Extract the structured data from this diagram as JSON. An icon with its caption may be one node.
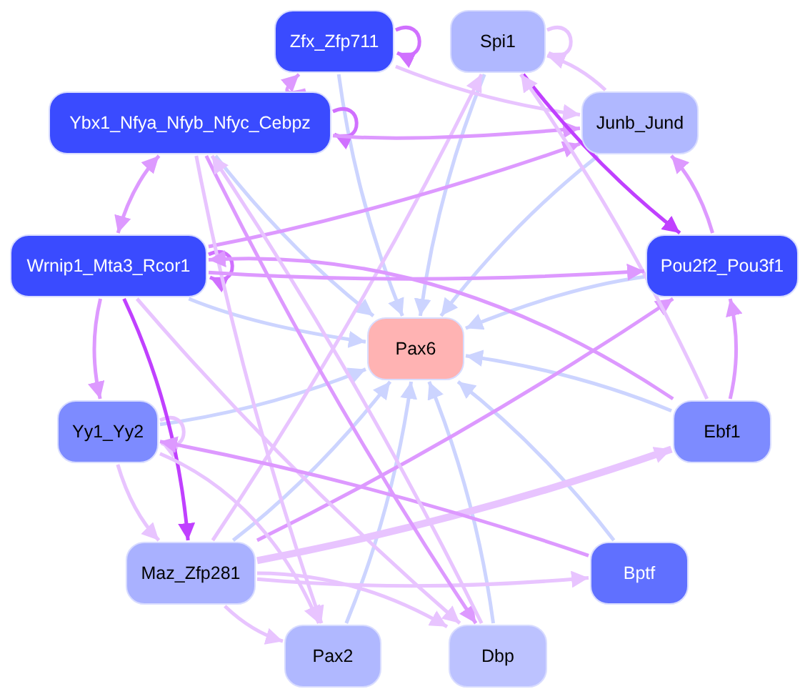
{
  "diagram": {
    "nodes": [
      {
        "text": [
          "Zfx_Zfp711"
        ]
      },
      {
        "text": [
          "Spi1"
        ]
      },
      {
        "text": [
          "Ybx1_Nfya_Nfyb_Nfyc_Cebpz"
        ]
      },
      {
        "text": [
          "Junb_Jund"
        ]
      },
      {
        "text": [
          "Wrnip1_Mta3_Rcor1"
        ]
      },
      {
        "text": [
          "Pou2f2_Pou3f1"
        ]
      },
      {
        "text": [
          "Pax6"
        ]
      },
      {
        "text": [
          "Yy1_Yy2"
        ]
      },
      {
        "text": [
          "Ebf1"
        ]
      },
      {
        "text": [
          "Maz_Zfp281"
        ]
      },
      {
        "text": [
          "Bptf"
        ]
      },
      {
        "text": [
          "Pax2"
        ]
      },
      {
        "text": [
          "Dbp"
        ]
      }
    ],
    "edges": [
      {
        "from": 0,
        "to": 6,
        "arrow": "to",
        "color": "#ccd4ff"
      },
      {
        "from": 1,
        "to": 6,
        "arrow": "to",
        "color": "#ccd4ff"
      },
      {
        "from": 2,
        "to": 6,
        "arrow": "to",
        "color": "#ccd4ff"
      },
      {
        "from": 3,
        "to": 6,
        "arrow": "to",
        "color": "#ccd4ff"
      },
      {
        "from": 4,
        "to": 6,
        "arrow": "to",
        "color": "#ccd4ff"
      },
      {
        "from": 5,
        "to": 6,
        "arrow": "to",
        "color": "#ccd4ff"
      },
      {
        "from": 7,
        "to": 6,
        "arrow": "to",
        "color": "#ccd4ff"
      },
      {
        "from": 8,
        "to": 6,
        "arrow": "to",
        "color": "#ccd4ff"
      },
      {
        "from": 9,
        "to": 6,
        "arrow": "to",
        "color": "#ccd4ff"
      },
      {
        "from": 10,
        "to": 6,
        "arrow": "to",
        "color": "#ccd4ff"
      },
      {
        "from": 11,
        "to": 6,
        "arrow": "to",
        "color": "#ccd4ff"
      },
      {
        "from": 12,
        "to": 6,
        "arrow": "to",
        "color": "#ccd4ff"
      },
      {
        "from": 0,
        "to": 0,
        "arrow": "to",
        "color": "#d070ff"
      },
      {
        "from": 1,
        "to": 1,
        "arrow": "to"
      },
      {
        "from": 2,
        "to": 2,
        "arrow": "to",
        "color": "#d070ff"
      },
      {
        "from": 4,
        "to": 4,
        "arrow": "to",
        "color": "#d070ff"
      },
      {
        "from": 7,
        "to": 7,
        "arrow": "to"
      },
      {
        "from": 2,
        "to": 0,
        "arrow": "to",
        "color": "#dd99ff"
      },
      {
        "from": 2,
        "to": 4,
        "arrow": "both",
        "color": "#dd99ff"
      },
      {
        "from": 4,
        "to": 7,
        "arrow": "to",
        "color": "#dd99ff"
      },
      {
        "from": 4,
        "to": 9,
        "arrow": "to",
        "color": "#c040ff"
      },
      {
        "from": 7,
        "to": 9,
        "arrow": "to"
      },
      {
        "from": 9,
        "to": 11,
        "arrow": "to"
      },
      {
        "from": 9,
        "to": 12,
        "arrow": "to"
      },
      {
        "from": 9,
        "to": 10,
        "arrow": "to"
      },
      {
        "from": 9,
        "to": 8,
        "arrow": "to",
        "style": "thick"
      },
      {
        "from": 9,
        "to": 5,
        "arrow": "to",
        "color": "#dd99ff"
      },
      {
        "from": 9,
        "to": 1,
        "arrow": "to"
      },
      {
        "from": 0,
        "to": 3,
        "arrow": "to"
      },
      {
        "from": 2,
        "to": 3,
        "arrow": "to",
        "color": "#dd99ff"
      },
      {
        "from": 4,
        "to": 3,
        "arrow": "to",
        "color": "#dd99ff"
      },
      {
        "from": 8,
        "to": 5,
        "arrow": "to",
        "color": "#dd99ff"
      },
      {
        "from": 5,
        "to": 3,
        "arrow": "to",
        "color": "#dd99ff"
      },
      {
        "from": 1,
        "to": 5,
        "arrow": "to",
        "color": "#c040ff"
      },
      {
        "from": 3,
        "to": 1,
        "arrow": "to"
      },
      {
        "from": 2,
        "to": 12,
        "arrow": "to",
        "color": "#dd99ff"
      },
      {
        "from": 2,
        "to": 11,
        "arrow": "to"
      },
      {
        "from": 4,
        "to": 12,
        "arrow": "to"
      },
      {
        "from": 8,
        "to": 4,
        "arrow": "to",
        "color": "#dd99ff"
      },
      {
        "from": 8,
        "to": 1,
        "arrow": "to"
      },
      {
        "from": 10,
        "to": 7,
        "arrow": "to",
        "color": "#dd99ff"
      },
      {
        "from": 12,
        "to": 2,
        "arrow": "to"
      },
      {
        "from": 7,
        "to": 11,
        "arrow": "to"
      },
      {
        "from": 4,
        "to": 5,
        "arrow": "to",
        "color": "#dd99ff"
      }
    ]
  }
}
